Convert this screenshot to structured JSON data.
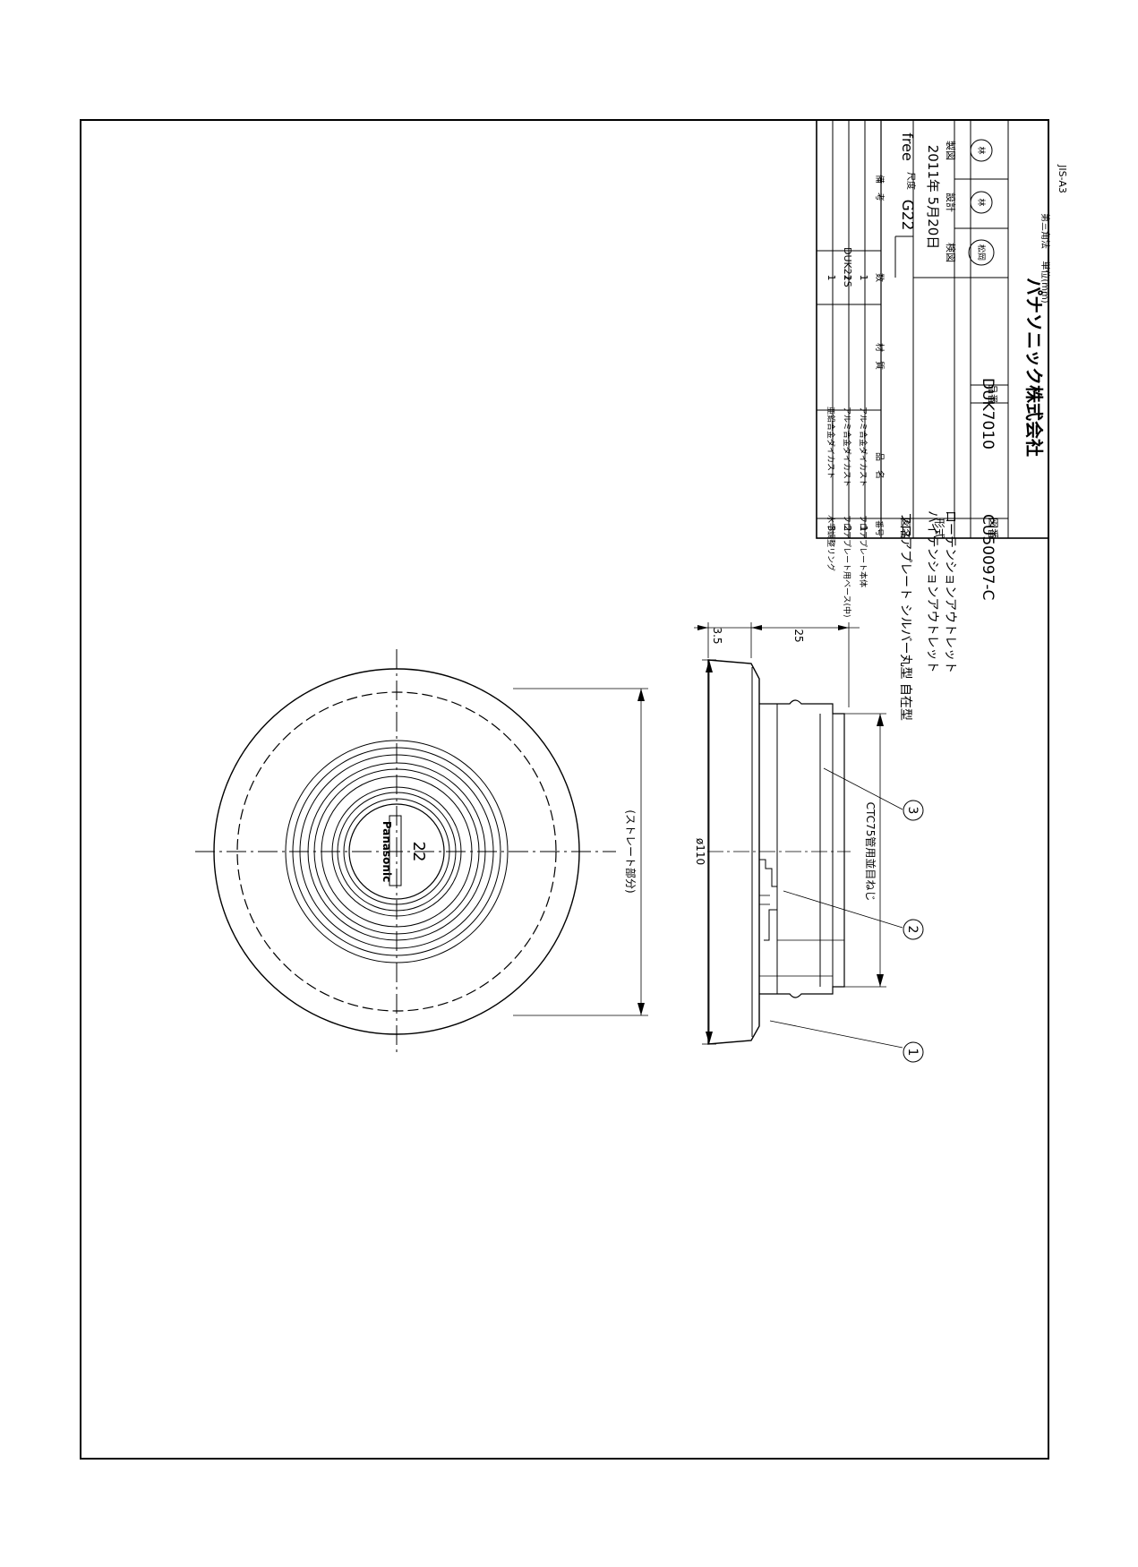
{
  "title_block": {
    "parts": [
      {
        "no": "3",
        "name": "水平調整リング",
        "material": "亜鉛合金ダイカスト",
        "qty": "1",
        "remarks": ""
      },
      {
        "no": "2",
        "name": "フロアプレート用ベース(中)",
        "material": "アルミ合金ダイカスト",
        "qty": "1",
        "remarks": "DUK22S"
      },
      {
        "no": "1",
        "name": "フロアプレート本体",
        "material": "アルミ合金ダイカスト",
        "qty": "1",
        "remarks": ""
      }
    ],
    "headers": {
      "no": "番号",
      "name": "品　名",
      "material": "材　質",
      "qty": "数",
      "remarks": "備　考"
    },
    "drawing_name_label": "図名",
    "drawing_name": "フロアプレート シルバー丸型 自在型",
    "model_code": "G22",
    "scale_label": "尺度",
    "scale": "free",
    "type_label": "形式",
    "type_line1": "ハイテンションアウトレット",
    "type_line2": "ローテンションアウトレット",
    "date": "2011年 5月20日",
    "approval_labels": [
      "検図",
      "設計",
      "製図"
    ],
    "stamps": [
      "松岡",
      "林",
      "林"
    ],
    "drawing_no_label": "図番",
    "drawing_no": "CU50097-C",
    "product_no_label": "品番",
    "product_no": "DUK7010",
    "company": "パナソニック株式会社",
    "unit": "単位(mm)",
    "projection": "第三角法",
    "paper": "JIS-A3"
  },
  "front_view": {
    "logo": "Panasonic",
    "center_label": "22",
    "straight_dim": "(ストレート部分)"
  },
  "side_view": {
    "dim_diameter": "ø110",
    "dim_thread": "CTC75管用並目ねじ",
    "dim_top": "3.5",
    "dim_height": "25",
    "balloons": [
      "1",
      "2",
      "3"
    ]
  }
}
